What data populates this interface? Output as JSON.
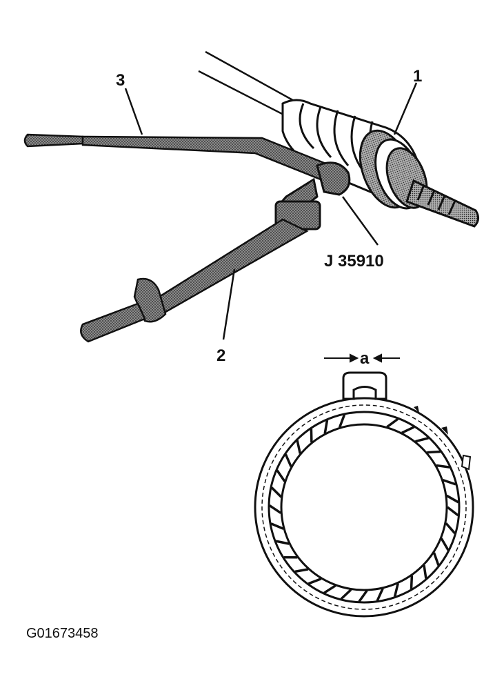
{
  "callouts": {
    "boot": "1",
    "tool_handle_2": "2",
    "tool_handle_3": "3",
    "tool_id": "J 35910",
    "gap": "a"
  },
  "figure_id": "G01673458",
  "colors": {
    "ink": "#111111",
    "stipple": "#6e6e6e",
    "paper": "#ffffff"
  }
}
